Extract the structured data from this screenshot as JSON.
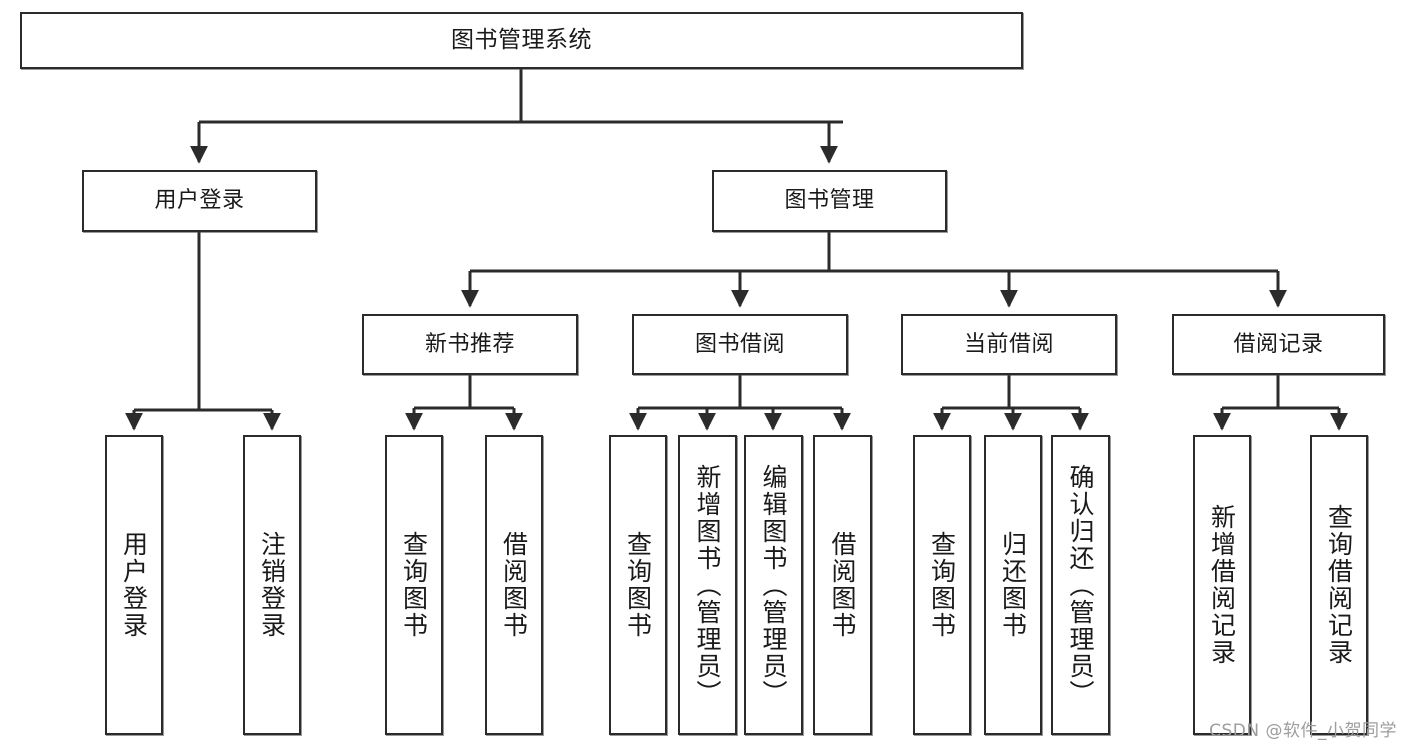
{
  "diagram": {
    "title": "图书管理系统",
    "type": "tree-hierarchy",
    "colors": {
      "node_border": "#2b2b2b",
      "node_fill": "#ffffff",
      "edge": "#2b2b2b",
      "watermark": "#9d9d9d",
      "background": "#ffffff"
    },
    "root": {
      "label": "图书管理系统"
    },
    "level2": [
      {
        "label": "用户登录"
      },
      {
        "label": "图书管理"
      }
    ],
    "level3": [
      {
        "label": "新书推荐"
      },
      {
        "label": "图书借阅"
      },
      {
        "label": "当前借阅"
      },
      {
        "label": "借阅记录"
      }
    ],
    "leaves": {
      "user_login": [
        {
          "label": "用户登录"
        },
        {
          "label": "注销登录"
        }
      ],
      "new_book_recommend": [
        {
          "label": "查询图书"
        },
        {
          "label": "借阅图书"
        }
      ],
      "book_borrow": [
        {
          "label": "查询图书"
        },
        {
          "label": "新增图书（管理员）"
        },
        {
          "label": "编辑图书（管理员）"
        },
        {
          "label": "借阅图书"
        }
      ],
      "current_borrow": [
        {
          "label": "查询图书"
        },
        {
          "label": "归还图书"
        },
        {
          "label": "确认归还（管理员）"
        }
      ],
      "borrow_records": [
        {
          "label": "新增借阅记录"
        },
        {
          "label": "查询借阅记录"
        }
      ]
    }
  },
  "watermark": {
    "text": "CSDN @软件_小贺同学"
  }
}
